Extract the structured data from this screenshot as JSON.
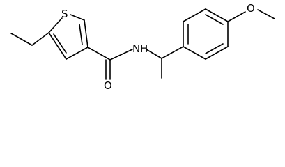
{
  "molecule": {
    "atoms": {
      "sulfur": "S",
      "amide_nitrogen": "N",
      "amide_hydrogen": "H",
      "carbonyl_oxygen": "O",
      "methoxy_oxygen": "O"
    }
  }
}
